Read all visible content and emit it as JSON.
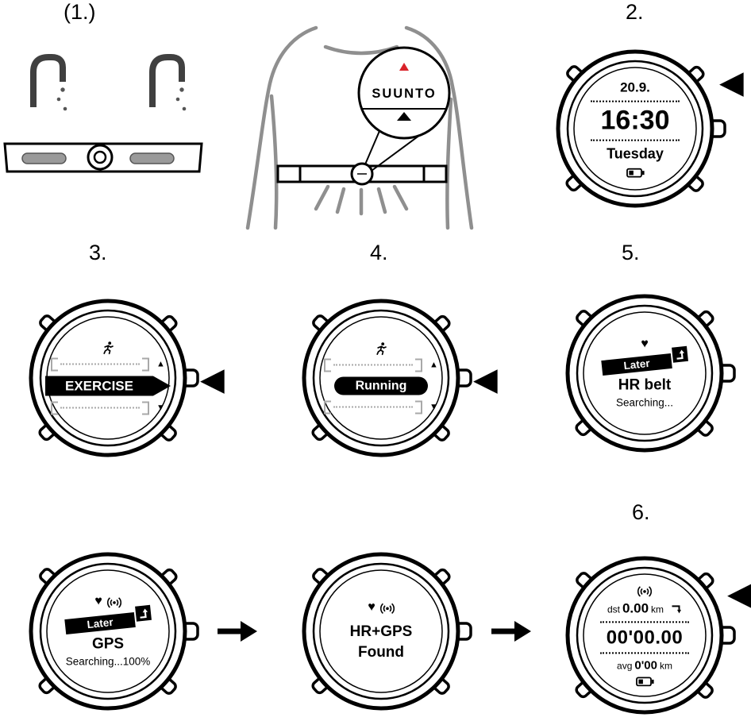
{
  "steps": {
    "s1": "(1.)",
    "s2": "2.",
    "s3": "3.",
    "s4": "4.",
    "s5": "5.",
    "s6": "6."
  },
  "icons": {
    "heart": "♥",
    "up_triangle": "▲",
    "down_triangle": "▼",
    "press_left": "◀"
  },
  "belt_zoom": {
    "brand": "SUUNTO"
  },
  "watch_time": {
    "date": "20.9.",
    "time": "16:30",
    "weekday": "Tuesday"
  },
  "watch_exercise": {
    "label": "EXERCISE"
  },
  "watch_running": {
    "label": "Running"
  },
  "watch_hrbelt": {
    "shortcut": "Later",
    "title": "HR belt",
    "status": "Searching..."
  },
  "watch_gps": {
    "shortcut": "Later",
    "title": "GPS",
    "status": "Searching...100%"
  },
  "watch_found": {
    "line1": "HR+GPS",
    "line2": "Found"
  },
  "watch_run_display": {
    "dst_label": "dst",
    "dst_value": "0.00",
    "dst_unit": "km",
    "timer": "00'00.00",
    "avg_label": "avg",
    "avg_value": "0'00",
    "avg_unit": "km"
  },
  "colors": {
    "brand_red": "#d9232a",
    "figure_gray": "#8f8f8f",
    "electrode_gray": "#9a9a9a",
    "tap_gray": "#404040"
  }
}
